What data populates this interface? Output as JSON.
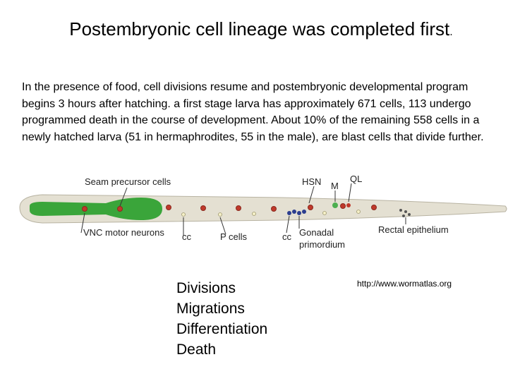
{
  "slide": {
    "title_main": "Postembryonic cell lineage was completed first",
    "title_dot": ".",
    "body": "In the presence of food, cell divisions resume and postembryonic developmental program begins 3 hours after hatching. a first stage larva has approximately 671 cells, 113 undergo programmed death in the course of development. About 10% of the remaining 558 cells in a newly hatched larva (51 in hermaphrodites, 55 in the male), are blast cells that divide further.",
    "bullets": [
      "Divisions",
      "Migrations",
      "Differentiation",
      "Death"
    ],
    "credit": "http://www.wormatlas.org"
  },
  "figure": {
    "labels": {
      "seam": "Seam precursor cells",
      "hsn": "HSN",
      "m": "M",
      "ql": "QL",
      "vnc": "VNC motor neurons",
      "cc1": "cc",
      "pcells": "P cells",
      "cc2": "cc",
      "gonadal1": "Gonadal",
      "gonadal2": "primordium",
      "rectal": "Rectal epithelium"
    },
    "colors": {
      "body": "#e4e0d2",
      "seam_green": "#3aa53a",
      "nucleus_red": "#c0392b",
      "germ_blue": "#2c3e8f"
    }
  }
}
